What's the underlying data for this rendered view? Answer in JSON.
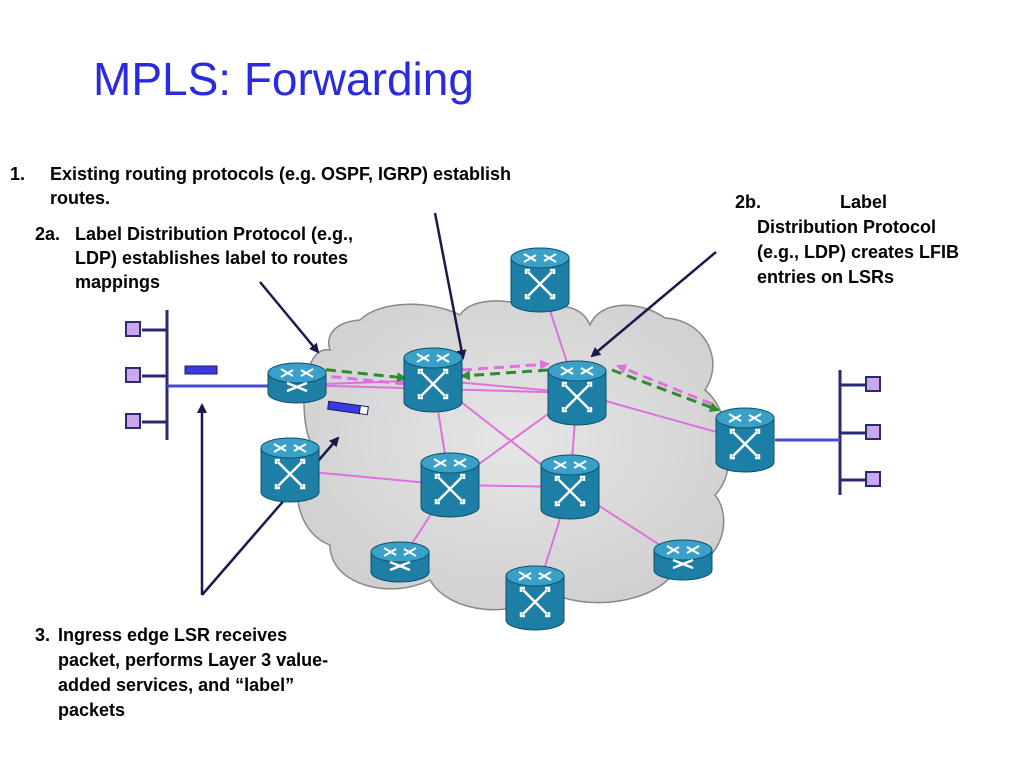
{
  "title": "MPLS: Forwarding",
  "step1": {
    "number": "1.",
    "line1": "Existing routing protocols (e.g. OSPF, IGRP) establish",
    "line2": "routes."
  },
  "step2a": {
    "number": "2a.",
    "line1": "Label Distribution Protocol (e.g.,",
    "line2": "LDP) establishes  label to routes",
    "line3": "mappings"
  },
  "step2b": {
    "number": "2b.",
    "line1": "Label",
    "line2": "Distribution Protocol",
    "line3": "(e.g., LDP) creates LFIB",
    "line4": "entries on LSRs"
  },
  "step3": {
    "number": "3.",
    "line1": "Ingress edge LSR receives",
    "line2": "packet, performs Layer 3 value-",
    "line3": "added services, and “label”",
    "line4": "packets"
  },
  "colors": {
    "title": "#2a2ae0",
    "cloud": "#d8d8d8",
    "router": "#1e7fa6",
    "link_pink": "#e070e0",
    "link_blue": "#4a4ad0",
    "label_green": "#2e8b2e",
    "host": "#c9a8ee"
  }
}
